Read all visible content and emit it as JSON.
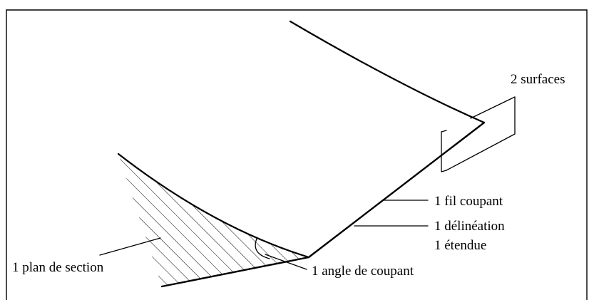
{
  "labels": {
    "surfaces": "2 surfaces",
    "fil_coupant": "1 fil coupant",
    "delineation": "1 délinéation",
    "etendue": "1 étendue",
    "plan_section": "1 plan de section",
    "angle_coupant": "1 angle de coupant"
  },
  "colors": {
    "ink": "#000000",
    "background": "#ffffff"
  }
}
